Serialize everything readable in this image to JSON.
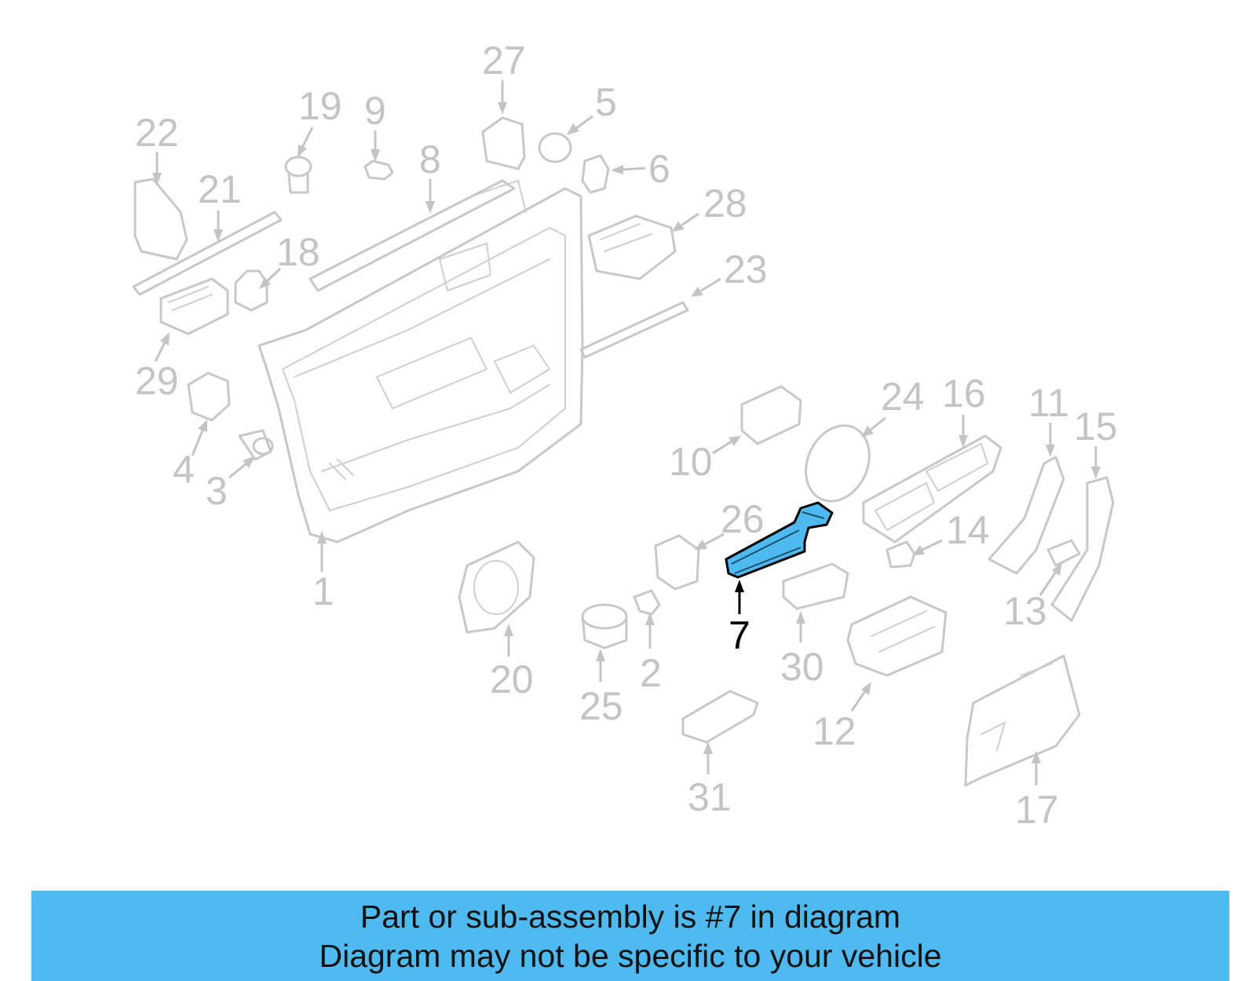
{
  "callouts": [
    {
      "num": "1"
    },
    {
      "num": "2"
    },
    {
      "num": "3"
    },
    {
      "num": "4"
    },
    {
      "num": "5"
    },
    {
      "num": "6"
    },
    {
      "num": "7"
    },
    {
      "num": "8"
    },
    {
      "num": "9"
    },
    {
      "num": "10"
    },
    {
      "num": "11"
    },
    {
      "num": "12"
    },
    {
      "num": "13"
    },
    {
      "num": "14"
    },
    {
      "num": "15"
    },
    {
      "num": "16"
    },
    {
      "num": "17"
    },
    {
      "num": "18"
    },
    {
      "num": "19"
    },
    {
      "num": "20"
    },
    {
      "num": "21"
    },
    {
      "num": "22"
    },
    {
      "num": "23"
    },
    {
      "num": "24"
    },
    {
      "num": "25"
    },
    {
      "num": "26"
    },
    {
      "num": "27"
    },
    {
      "num": "28"
    },
    {
      "num": "29"
    },
    {
      "num": "30"
    },
    {
      "num": "31"
    }
  ],
  "highlight": {
    "part_number": "7",
    "color": "#4dbaf0"
  },
  "banner": {
    "line1": "Part or sub-assembly is #7 in diagram",
    "line2": "Diagram may not be specific to your vehicle",
    "color": "#4dbaf0"
  }
}
